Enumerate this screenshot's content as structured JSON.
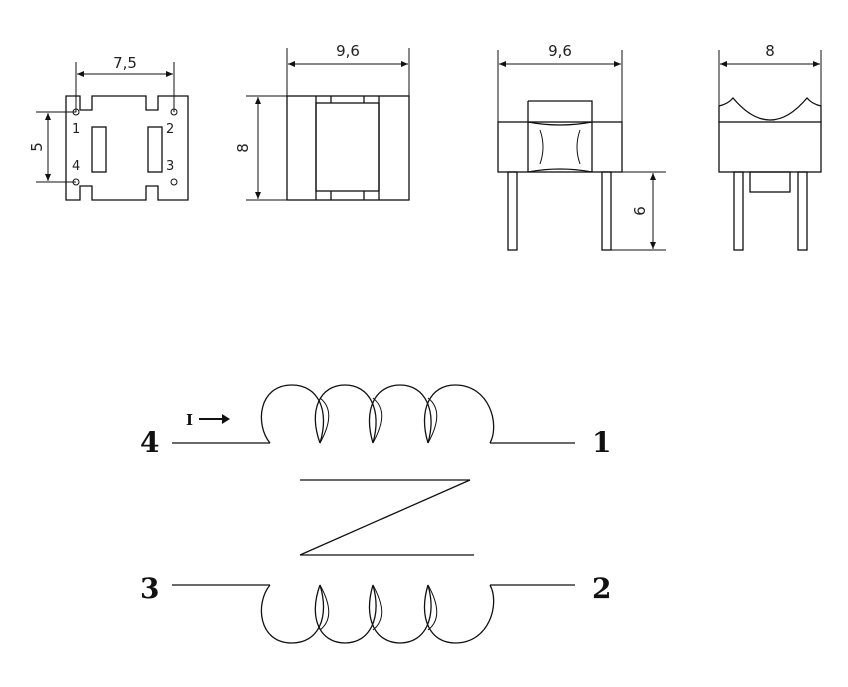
{
  "dimensions": {
    "top_width": "7,5",
    "top_height": "5",
    "side_width": "9,6",
    "side_height": "8",
    "front_width": "9,6",
    "pin_length": "6",
    "end_width": "8"
  },
  "pins": {
    "p1": "1",
    "p2": "2",
    "p3": "3",
    "p4": "4"
  },
  "schematic": {
    "current_label": "I",
    "terminal_4": "4",
    "terminal_1": "1",
    "terminal_3": "3",
    "terminal_2": "2"
  }
}
